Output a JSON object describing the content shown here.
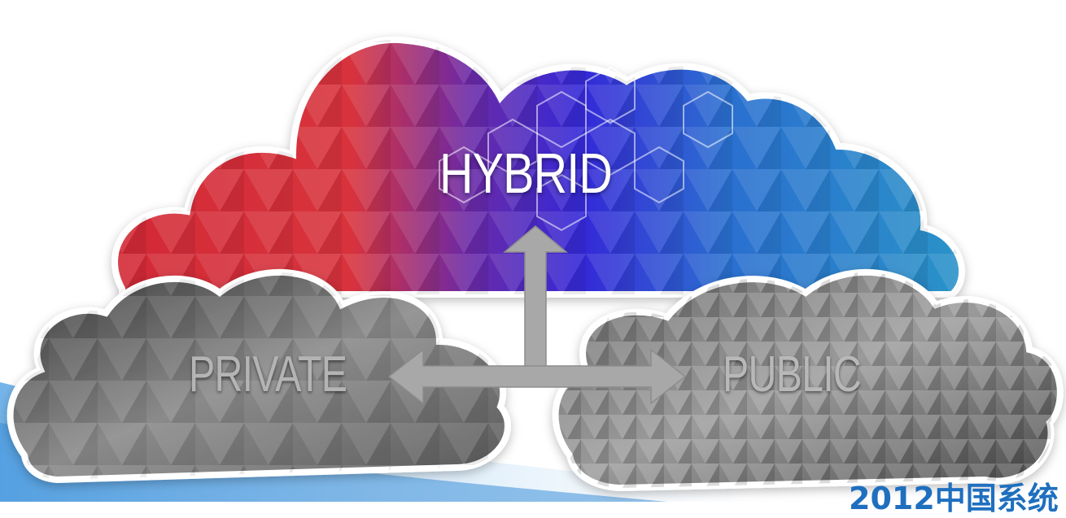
{
  "diagram": {
    "hybrid_label": "HYBRID",
    "private_label": "PRIVATE",
    "public_label": "PUBLIC"
  },
  "footer": {
    "text": "2012中国系统"
  },
  "colors": {
    "hybrid_left": "#d6323a",
    "hybrid_middle": "#3a2fd6",
    "hybrid_right": "#2a8ec8",
    "private_cloud": "#6e6e6e",
    "public_cloud": "#7a7a7a",
    "arrows": "#a8a8a8",
    "footer_text": "#1f6fbf",
    "swoosh": "#3c8fd8"
  }
}
